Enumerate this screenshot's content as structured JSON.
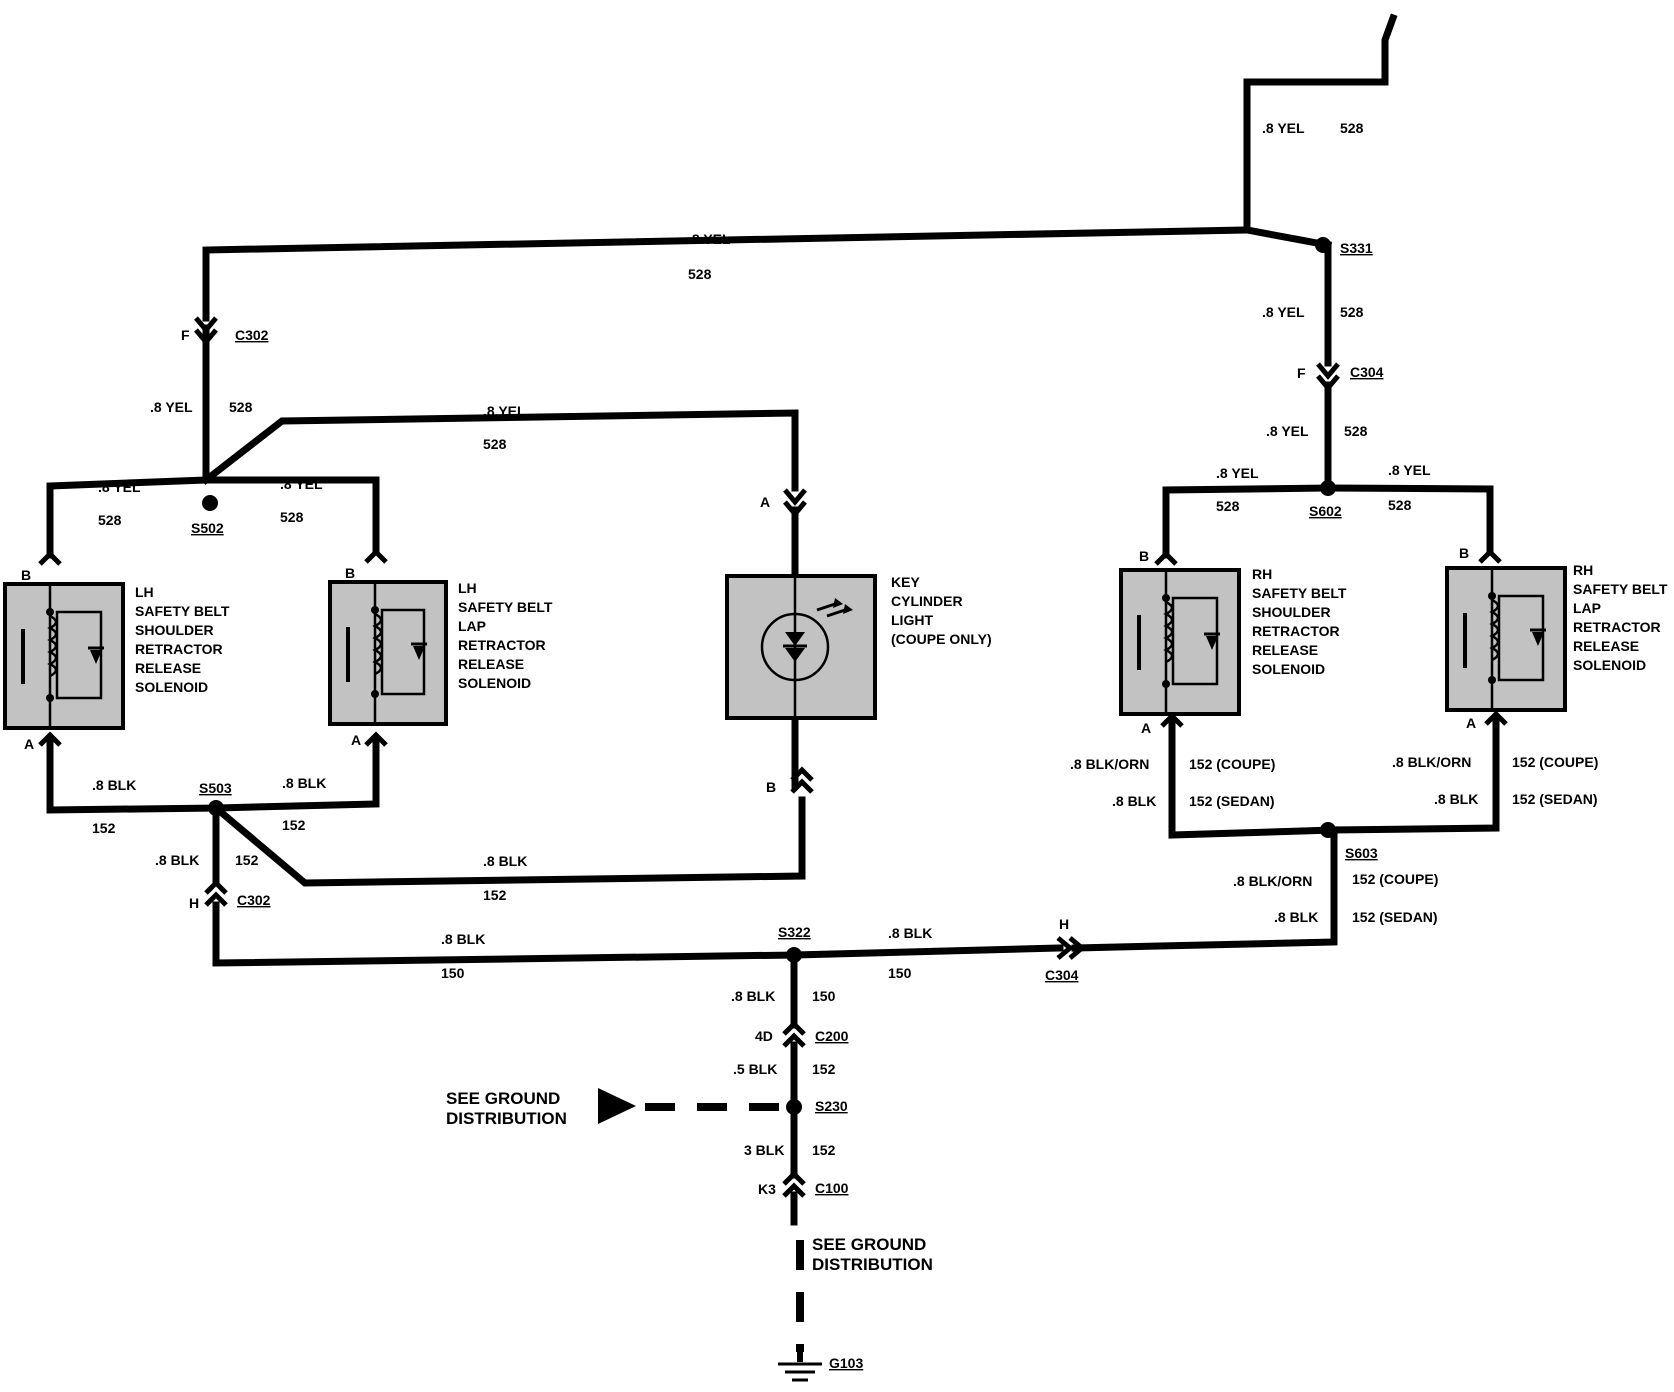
{
  "splices": {
    "s331": "S331",
    "s502": "S502",
    "s503": "S503",
    "s602": "S602",
    "s603": "S603",
    "s322": "S322",
    "s230": "S230"
  },
  "connectors": {
    "c302_f": {
      "pin": "F",
      "id": "C302"
    },
    "c302_h": {
      "pin": "H",
      "id": "C302"
    },
    "c304_f": {
      "pin": "F",
      "id": "C304"
    },
    "c304_h": {
      "pin": "H",
      "id": "C304"
    },
    "c200": {
      "pin": "4D",
      "id": "C200"
    },
    "c100": {
      "pin": "K3",
      "id": "C100"
    },
    "g103": "G103"
  },
  "wires": {
    "yel": ".8 YEL",
    "blk": ".8 BLK",
    "blk_orn": ".8 BLK/ORN",
    "blk_05": ".5 BLK",
    "blk_3": "3 BLK",
    "c528": "528",
    "c152": "152",
    "c150": "150",
    "c152_coupe": "152 (COUPE)",
    "c152_sedan": "152 (SEDAN)"
  },
  "pins": {
    "a": "A",
    "b": "B"
  },
  "components": {
    "lh_shoulder": [
      "LH",
      "SAFETY BELT",
      "SHOULDER",
      "RETRACTOR",
      "RELEASE",
      "SOLENOID"
    ],
    "lh_lap": [
      "LH",
      "SAFETY BELT",
      "LAP",
      "RETRACTOR",
      "RELEASE",
      "SOLENOID"
    ],
    "key_light": [
      "KEY",
      "CYLINDER",
      "LIGHT",
      "(COUPE ONLY)"
    ],
    "rh_shoulder": [
      "RH",
      "SAFETY BELT",
      "SHOULDER",
      "RETRACTOR",
      "RELEASE",
      "SOLENOID"
    ],
    "rh_lap": [
      "RH",
      "SAFETY BELT",
      "LAP",
      "RETRACTOR",
      "RELEASE",
      "SOLENOID"
    ]
  },
  "ground_ref": {
    "line1": "SEE GROUND",
    "line2": "DISTRIBUTION"
  }
}
